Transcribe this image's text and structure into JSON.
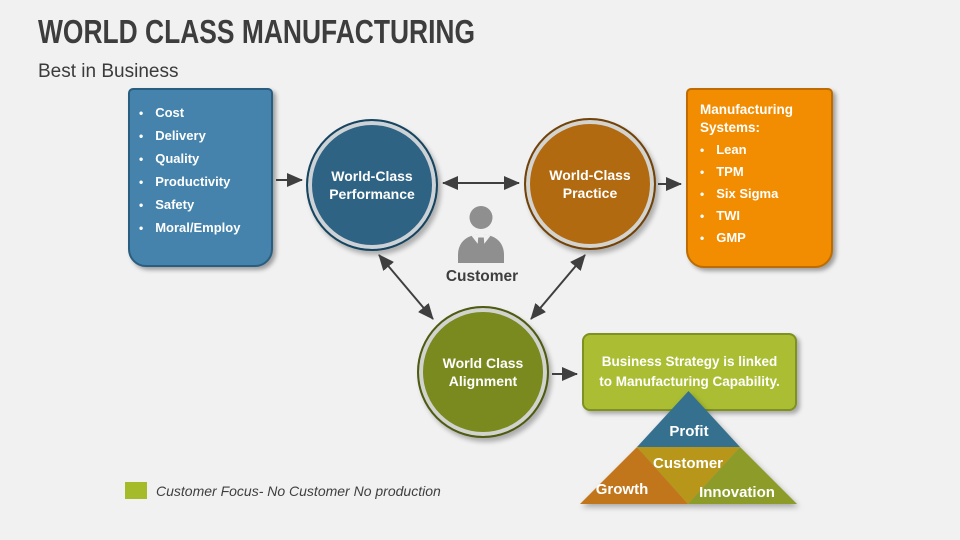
{
  "slide": {
    "title": "WORLD CLASS MANUFACTURING",
    "subtitle": "Best in Business"
  },
  "inputs_box": {
    "items": [
      "Cost",
      "Delivery",
      "Quality",
      "Productivity",
      "Safety",
      "Moral/Employ"
    ]
  },
  "circles": {
    "performance": "World-Class Performance",
    "practice": "World-Class Practice",
    "alignment": "World Class Alignment"
  },
  "systems_box": {
    "heading": "Manufacturing Systems:",
    "items": [
      "Lean",
      "TPM",
      "Six Sigma",
      "TWI",
      "GMP"
    ]
  },
  "customer": {
    "label": "Customer"
  },
  "strategy_box": {
    "text": "Business Strategy is linked to Manufacturing Capability."
  },
  "pyramid": {
    "top": "Profit",
    "middle": "Customer",
    "bottom_left": "Growth",
    "bottom_right": "Innovation"
  },
  "legend": {
    "text": "Customer Focus- No Customer No production"
  },
  "colors": {
    "background": "#F1F1F1",
    "title_text": "#3D3D3D",
    "inputs_box_fill": "#4583AC",
    "performance_circle_fill": "#2E6384",
    "practice_circle_fill": "#B26A10",
    "alignment_circle_fill": "#7A8A1E",
    "systems_box_fill": "#F28C00",
    "strategy_box_fill": "#ABBE33",
    "pyramid_profit_fill": "#35708F",
    "pyramid_customer_fill": "#B7961A",
    "pyramid_growth_fill": "#C1761B",
    "pyramid_innovation_fill": "#8D9C28",
    "legend_swatch_fill": "#A5BB29",
    "arrow_color": "#3F3F3F",
    "customer_icon_gray": "#8F8F8F"
  }
}
